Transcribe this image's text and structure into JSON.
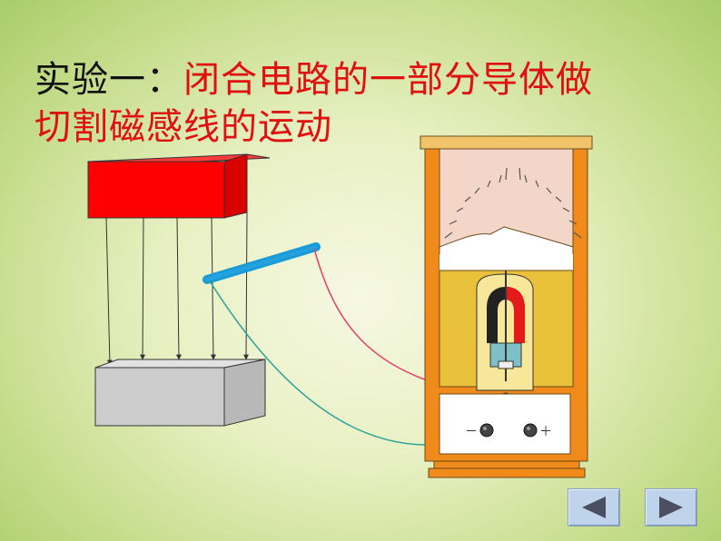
{
  "title": {
    "prefix": "实验一：",
    "line1_rest": "闭合电路的一部分导体做",
    "line2": "切割磁感线的运动"
  },
  "galvanometer": {
    "minus_label": "－",
    "plus_label": "＋"
  },
  "nav": {
    "prev_icon": "left-triangle-icon",
    "next_icon": "right-triangle-icon"
  },
  "colors": {
    "magnet_red": "#ff0000",
    "magnet_gray": "#cccccc",
    "conductor_blue": "#1a9ad6",
    "wire_red": "#e0406a",
    "wire_teal": "#2aa39a",
    "meter_frame": "#f08a1a",
    "meter_face": "#e9c13a"
  }
}
